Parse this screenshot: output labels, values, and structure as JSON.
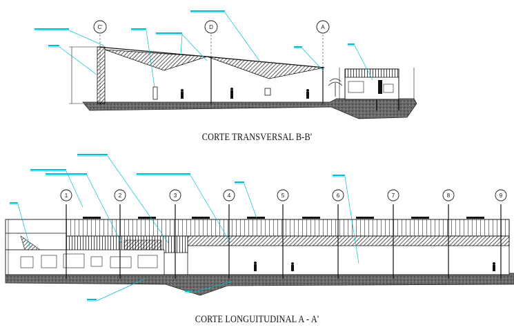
{
  "sections": {
    "transversal_title": "CORTE TRANSVERSAL B-B'",
    "longitudinal_title": "CORTE LONGUITUDINAL A - A'"
  },
  "axes_transversal": [
    "C'",
    "D",
    "A"
  ],
  "axes_longitudinal": [
    "1",
    "2",
    "3",
    "4",
    "5",
    "6",
    "7",
    "8",
    "9"
  ],
  "colors": {
    "line": "#111111",
    "leader": "#00bcd4",
    "ground": "#4a4a4a"
  }
}
